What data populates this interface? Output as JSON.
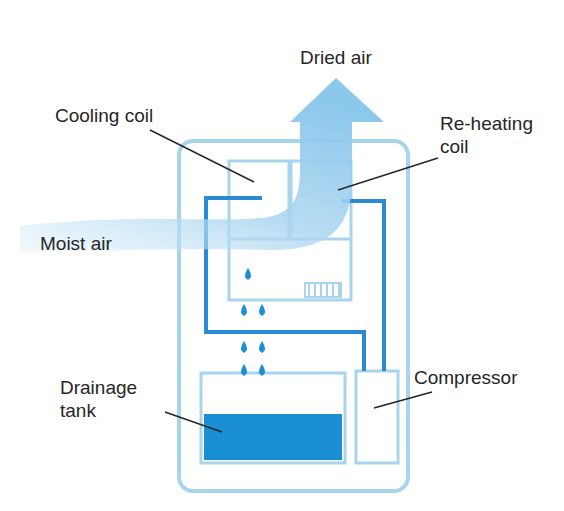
{
  "diagram": {
    "labels": [
      "Dried air",
      "Cooling coil",
      "Re-heating coil",
      "Moist air",
      "Drainage tank",
      "Compressor"
    ]
  }
}
